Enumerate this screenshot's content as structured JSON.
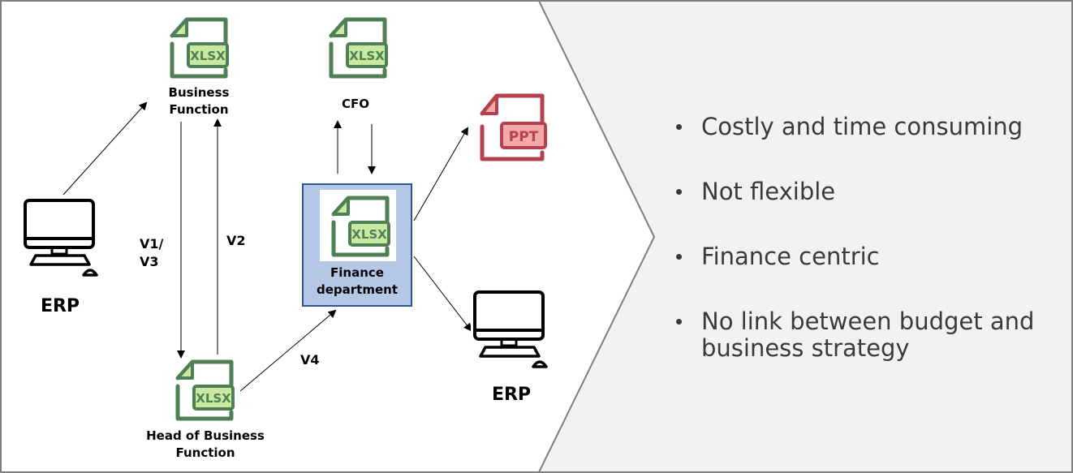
{
  "colors": {
    "right_panel_bg": "#f2f2f2",
    "border": "#7f7f7f",
    "xlsx_green": "#4f7f55",
    "xlsx_fill": "#c9e8a0",
    "ppt_red": "#b5404e",
    "ppt_fill": "#f2a9a9",
    "finance_box_fill": "#b4c7e7",
    "finance_box_border": "#2f5597",
    "bullet_text": "#3a3a3a"
  },
  "nodes": {
    "erp_left": {
      "label": "ERP",
      "icon": "computer-icon"
    },
    "business_function": {
      "label_line1": "Business",
      "label_line2": "Function",
      "icon": "xlsx-file-icon",
      "badge": "XLSX"
    },
    "cfo": {
      "label": "CFO",
      "icon": "xlsx-file-icon",
      "badge": "XLSX"
    },
    "finance_department": {
      "label_line1": "Finance",
      "label_line2": "department",
      "icon": "xlsx-file-icon",
      "badge": "XLSX"
    },
    "ppt_output": {
      "icon": "ppt-file-icon",
      "badge": "PPT"
    },
    "erp_right": {
      "label": "ERP",
      "icon": "computer-icon"
    },
    "head_of_business_function": {
      "label_line1": "Head of Business",
      "label_line2": "Function",
      "icon": "xlsx-file-icon",
      "badge": "XLSX"
    }
  },
  "edges": {
    "v1v3_line1": "V1/",
    "v1v3_line2": "V3",
    "v2": "V2",
    "v4": "V4"
  },
  "bullets": [
    {
      "text": "Costly and time consuming"
    },
    {
      "text": "Not flexible"
    },
    {
      "text": "Finance centric"
    },
    {
      "text": "No link between budget and business strategy"
    }
  ]
}
